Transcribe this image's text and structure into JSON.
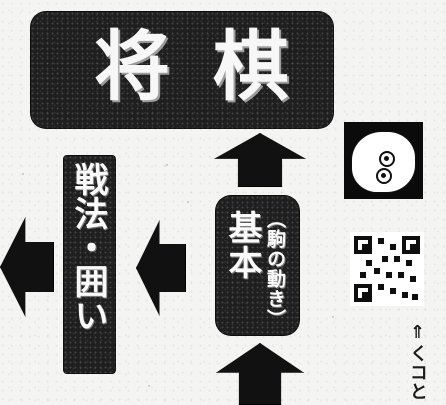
{
  "title": {
    "char_left": "将",
    "char_right": "棋"
  },
  "panels": {
    "left_text": "戦法・囲い",
    "right_main_text": "基本",
    "right_sub_text": "（駒の動き）"
  },
  "sidebar": {
    "note_text": "⇑くコと"
  },
  "colors": {
    "panel_bg": "#1f1f1f",
    "arrow": "#111111",
    "page_bg": "#f4f4f2"
  },
  "icons": {
    "mascot": "mascot-icon",
    "qr": "qr-code-icon",
    "arrows": [
      "left-arrow-icon",
      "left-arrow-icon",
      "up-arrow-icon",
      "up-arrow-icon"
    ]
  }
}
